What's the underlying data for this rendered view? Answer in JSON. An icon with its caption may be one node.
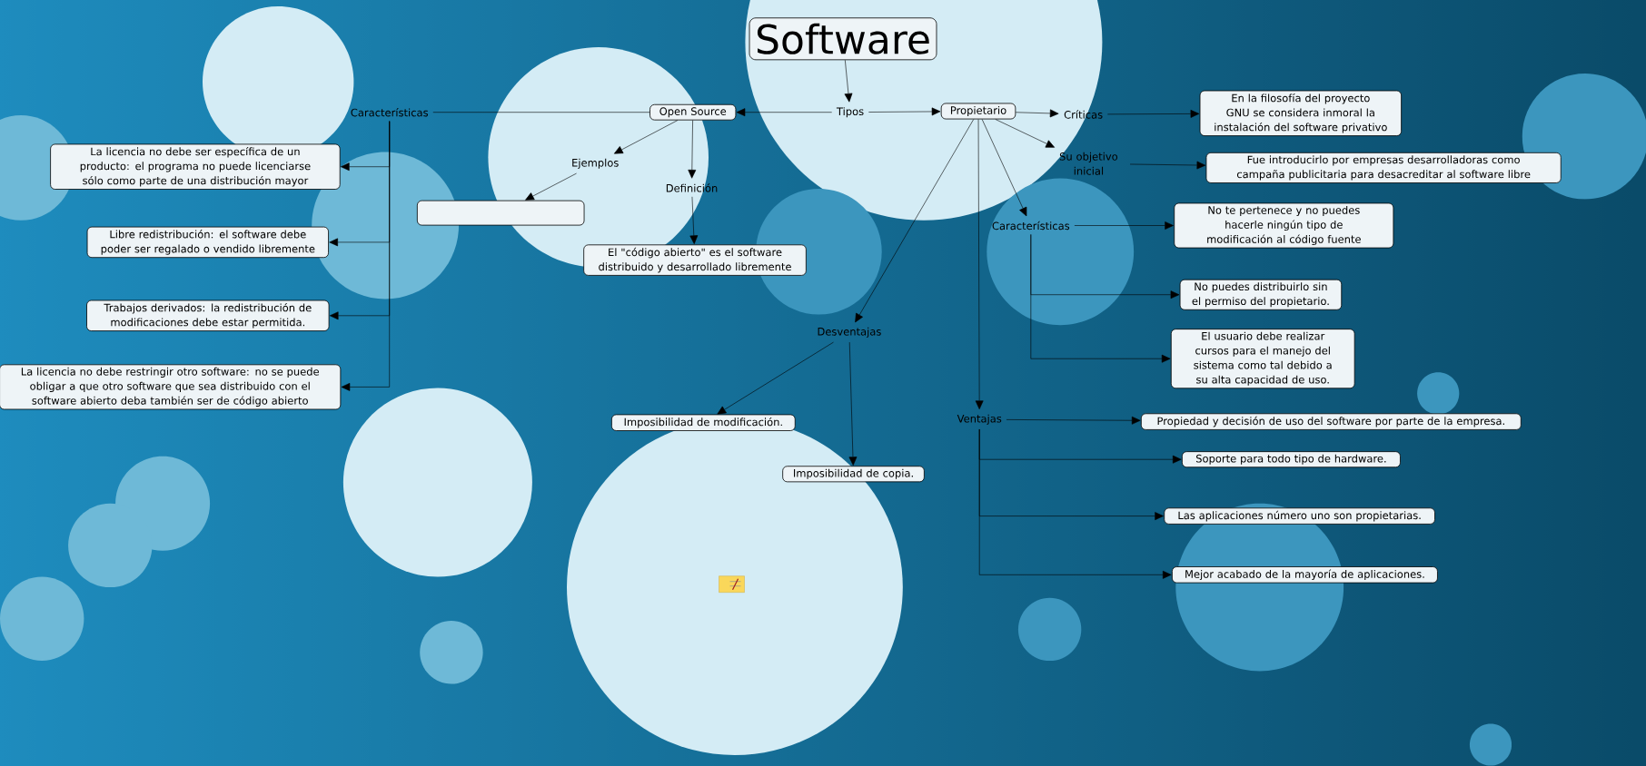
{
  "diagram": {
    "nodes": [
      {
        "text": [
          "Software"
        ]
      },
      {
        "text": [
          "Tipos"
        ]
      },
      {
        "text": [
          "Open Source"
        ]
      },
      {
        "text": [
          "Propietario"
        ]
      },
      {
        "text": [
          "Características"
        ]
      },
      {
        "text": [
          "Ejemplos"
        ]
      },
      {
        "text": [
          "Definición"
        ]
      },
      {
        "text": [],
        "shape": "box"
      },
      {
        "text": [
          "El \"código abierto\" es el software distribuido y desarrollado libremente"
        ]
      },
      {
        "text": [
          "La licencia no debe ser específica de un producto: el programa no puede licenciarse sólo como parte de una distribución mayor"
        ]
      },
      {
        "text": [
          "Libre redistribución: el software debe poder ser regalado o vendido libremente"
        ]
      },
      {
        "text": [
          "Trabajos derivados: la redistribución de modificaciones debe estar permitida."
        ]
      },
      {
        "text": [
          "La licencia no debe restringir otro software: no se puede obligar a que otro software que sea distribuido con el software abierto deba también ser de código abierto"
        ]
      },
      {
        "text": [
          "Críticas"
        ]
      },
      {
        "text": [
          "En la filosofía del proyecto GNU se considera inmoral la instalación del software privativo"
        ]
      },
      {
        "text": [
          "Su objetivo inicial"
        ]
      },
      {
        "text": [
          "Fue introducirlo por empresas desarrolladoras como campaña publicitaria para desacreditar al software libre"
        ]
      },
      {
        "text": [
          "Características"
        ]
      },
      {
        "text": [
          "No te pertenece y no puedes hacerle ningún tipo de modificación al código fuente"
        ]
      },
      {
        "text": [
          "No puedes distribuirlo sin el permiso del propietario."
        ]
      },
      {
        "text": [
          "El usuario debe realizar cursos para el manejo del sistema como tal debido a su alta capacidad de uso."
        ]
      },
      {
        "text": [
          "Desventajas"
        ]
      },
      {
        "text": [
          "Imposibilidad de modificación."
        ]
      },
      {
        "text": [
          "Imposibilidad de copia."
        ]
      },
      {
        "text": [
          "Ventajas"
        ]
      },
      {
        "text": [
          "Propiedad y decisión de uso del software por parte de la empresa."
        ]
      },
      {
        "text": [
          "Soporte para todo tipo de hardware."
        ]
      },
      {
        "text": [
          "Las aplicaciones número uno son propietarias."
        ]
      },
      {
        "text": [
          "Mejor acabado de la mayoría de aplicaciones."
        ]
      }
    ],
    "edges": [
      {
        "from": 0,
        "to": 1,
        "arrow": "to"
      },
      {
        "from": 1,
        "to": 2,
        "arrow": "to"
      },
      {
        "from": 1,
        "to": 3,
        "arrow": "to"
      },
      {
        "from": 2,
        "to": 4,
        "arrow": "none"
      },
      {
        "from": 4,
        "to": 9,
        "arrow": "to"
      },
      {
        "from": 4,
        "to": 10,
        "arrow": "to"
      },
      {
        "from": 4,
        "to": 11,
        "arrow": "to"
      },
      {
        "from": 4,
        "to": 12,
        "arrow": "to"
      },
      {
        "from": 2,
        "to": 5,
        "arrow": "to"
      },
      {
        "from": 5,
        "to": 7,
        "arrow": "to"
      },
      {
        "from": 2,
        "to": 6,
        "arrow": "to"
      },
      {
        "from": 6,
        "to": 8,
        "arrow": "to"
      },
      {
        "from": 3,
        "to": 13,
        "arrow": "to"
      },
      {
        "from": 13,
        "to": 14,
        "arrow": "to"
      },
      {
        "from": 3,
        "to": 15,
        "arrow": "to"
      },
      {
        "from": 15,
        "to": 16,
        "arrow": "to"
      },
      {
        "from": 3,
        "to": 17,
        "arrow": "to"
      },
      {
        "from": 17,
        "to": 18,
        "arrow": "to"
      },
      {
        "from": 17,
        "to": 19,
        "arrow": "to"
      },
      {
        "from": 17,
        "to": 20,
        "arrow": "to"
      },
      {
        "from": 3,
        "to": 21,
        "arrow": "to"
      },
      {
        "from": 21,
        "to": 22,
        "arrow": "to"
      },
      {
        "from": 21,
        "to": 23,
        "arrow": "to"
      },
      {
        "from": 3,
        "to": 24,
        "arrow": "to"
      },
      {
        "from": 24,
        "to": 25,
        "arrow": "to"
      },
      {
        "from": 24,
        "to": 26,
        "arrow": "to"
      },
      {
        "from": 24,
        "to": 27,
        "arrow": "to"
      },
      {
        "from": 24,
        "to": 28,
        "arrow": "to"
      }
    ]
  }
}
